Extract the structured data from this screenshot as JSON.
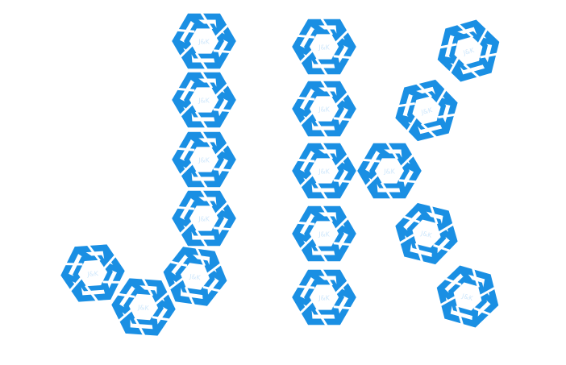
{
  "colors": {
    "background": "#ffffff",
    "logo_blue": "#1a8fe3",
    "logo_text": "#cfe7fb"
  },
  "logo": {
    "icon": "hexagon-logo-icon",
    "caption": "J&K"
  },
  "letters": [
    {
      "name": "letter-j",
      "count": 7
    },
    {
      "name": "letter-k-stem",
      "count": 5
    },
    {
      "name": "letter-k-arms",
      "count": 5
    }
  ]
}
